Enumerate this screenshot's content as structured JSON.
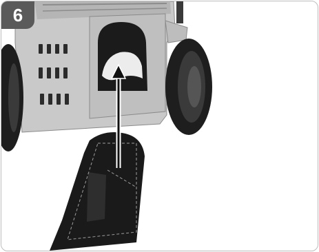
{
  "step": {
    "number": "6"
  },
  "colors": {
    "housing": "#c9c9c9",
    "housing_dark": "#9a9a9a",
    "vent": "#2b2b2b",
    "tire": "#1e1e1e",
    "tire_tread": "#3a3a3a",
    "cover": "#1a1a1a",
    "arrow": "#111111"
  },
  "illustration": {
    "subject": "cover-insertion",
    "direction": "up"
  }
}
